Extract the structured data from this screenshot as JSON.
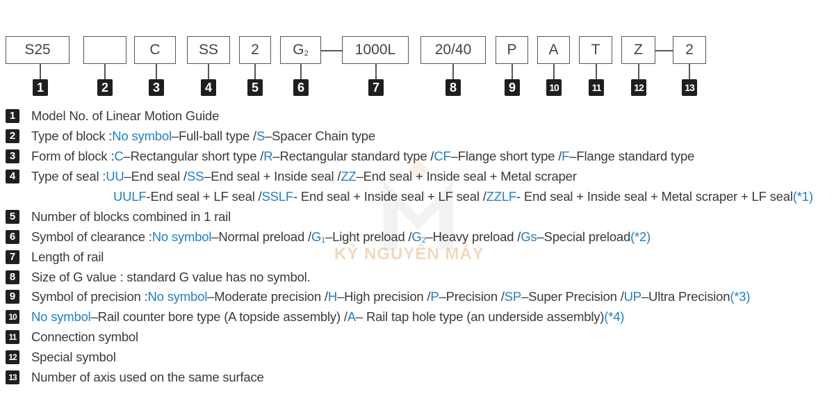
{
  "code": {
    "boxes": [
      "S25",
      "",
      "C",
      "SS",
      "2",
      "G2",
      "1000L",
      "20/40",
      "P",
      "A",
      "T",
      "Z",
      "2"
    ],
    "numbers": [
      "1",
      "2",
      "3",
      "4",
      "5",
      "6",
      "7",
      "8",
      "9",
      "10",
      "11",
      "12",
      "13"
    ]
  },
  "legend": {
    "r1": "Model No. of Linear Motion Guide",
    "r2": {
      "a": "Type of block : ",
      "b": "No symbol",
      "c": "–Full-ball type / ",
      "d": "S",
      "e": "–Spacer Chain type"
    },
    "r3": {
      "a": "Form of block : ",
      "b": "C",
      "c": "–Rectangular short type / ",
      "d": "R",
      "e": "–Rectangular standard type / ",
      "f": "CF",
      "g": "–Flange short type / ",
      "h": "F",
      "i": "–Flange standard type"
    },
    "r4": {
      "a": "Type of seal : ",
      "b": "UU",
      "c": "–End seal / ",
      "d": "SS",
      "e": "–End seal + Inside seal / ",
      "f": "ZZ",
      "g": "–End seal + Inside seal + Metal scraper"
    },
    "r4b": {
      "a": "UULF",
      "b": "-End seal + LF seal / ",
      "c": "SSLF",
      "d": "- End seal + Inside seal + LF seal / ",
      "e": "ZZLF",
      "f": " - End seal + Inside seal + Metal scraper + LF seal ",
      "g": "(*1)"
    },
    "r5": "Number of blocks combined in 1 rail",
    "r6": {
      "a": "Symbol of clearance : ",
      "b": "No symbol",
      "c": "–Normal preload / ",
      "d": "G",
      "d_sub": "1",
      "e": "–Light preload / ",
      "f": "G",
      "f_sub": "2",
      "g": "–Heavy preload / ",
      "h": "Gs",
      "i": "–Special preload ",
      "j": "(*2)"
    },
    "r7": "Length of rail",
    "r8": "Size of G value : standard G value has no symbol.",
    "r9": {
      "a": "Symbol of precision : ",
      "b": "No symbol",
      "c": "–Moderate precision / ",
      "d": "H",
      "e": "–High precision / ",
      "f": "P",
      "g": "–Precision / ",
      "h": "SP",
      "i": "–Super Precision / ",
      "j": "UP",
      "k": "–Ultra Precision ",
      "l": "(*3)"
    },
    "r10": {
      "a": "No symbol",
      "b": "–Rail counter bore type (A topside assembly) / ",
      "c": "A",
      "d": "– Rail tap hole type (an underside assembly)",
      "e": "(*4)"
    },
    "r11": "Connection symbol",
    "r12": "Special symbol",
    "r13": "Number of axis used on the same surface"
  },
  "watermark": {
    "text": "KỶ NGUYÊN MÁY"
  },
  "colors": {
    "accent_blue": "#1f7fc7",
    "text": "#3a3a3a",
    "badge": "#1f1f1f"
  }
}
